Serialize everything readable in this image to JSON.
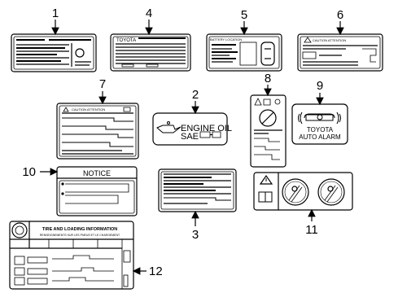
{
  "callouts": [
    "1",
    "4",
    "5",
    "6",
    "7",
    "2",
    "8",
    "9",
    "10",
    "3",
    "11",
    "12"
  ],
  "labels": {
    "label4_brand": "TOYOTA",
    "label5_header": "BATTERY LOCATION",
    "label6_header": "CAUTION ATTENTION",
    "label7_header": "CAUTION ATTENTION",
    "label2_line1": "ENGINE OIL",
    "label2_line2": "SAE",
    "label9_line1": "TOYOTA",
    "label9_line2": "AUTO ALARM",
    "label10_header": "NOTICE",
    "label12_title": "TIRE AND LOADING INFORMATION",
    "label12_subtitle": "RENSEIGNEMENTS SUR LES PNEUS ET LE CHARGEMENT"
  },
  "icons": [
    "warning-triangle-icon",
    "book-icon",
    "oil-can-icon",
    "seatbelt-icon",
    "prohibition-icon",
    "car-top-view-icon",
    "alarm-car-icon",
    "child-seat-icon"
  ]
}
